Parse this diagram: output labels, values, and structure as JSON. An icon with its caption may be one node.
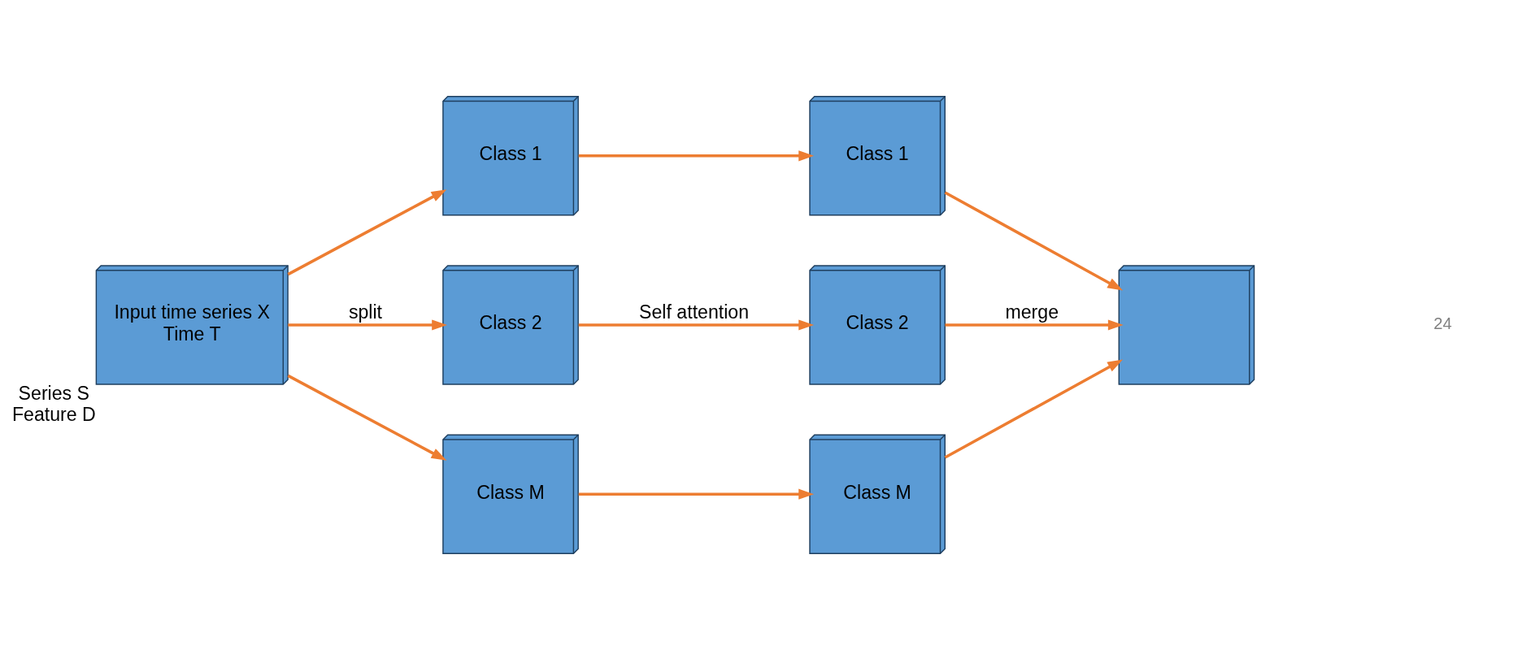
{
  "diagram": {
    "nodes": [
      {
        "text": [
          "Input time series X",
          "Time T"
        ],
        "beside": [
          "Series S",
          "Feature D"
        ]
      },
      {
        "text": [
          "Class 1"
        ]
      },
      {
        "text": [
          "Class 2"
        ]
      },
      {
        "text": [
          "Class M"
        ]
      },
      {
        "text": [
          "Class 1"
        ]
      },
      {
        "text": [
          "Class 2"
        ]
      },
      {
        "text": [
          "Class M"
        ]
      },
      {
        "text": [],
        "shape": "box"
      }
    ],
    "edges": [
      {
        "from": 0,
        "to": 1,
        "arrow": "to"
      },
      {
        "from": 0,
        "to": 2,
        "arrow": "to",
        "label": "split"
      },
      {
        "from": 0,
        "to": 3,
        "arrow": "to"
      },
      {
        "from": 1,
        "to": 4,
        "arrow": "to"
      },
      {
        "from": 2,
        "to": 5,
        "arrow": "to",
        "label": "Self attention"
      },
      {
        "from": 3,
        "to": 6,
        "arrow": "to"
      },
      {
        "from": 4,
        "to": 7,
        "arrow": "to"
      },
      {
        "from": 5,
        "to": 7,
        "arrow": "to",
        "label": "merge"
      },
      {
        "from": 6,
        "to": 7,
        "arrow": "to"
      }
    ],
    "labels": [
      "24"
    ]
  }
}
